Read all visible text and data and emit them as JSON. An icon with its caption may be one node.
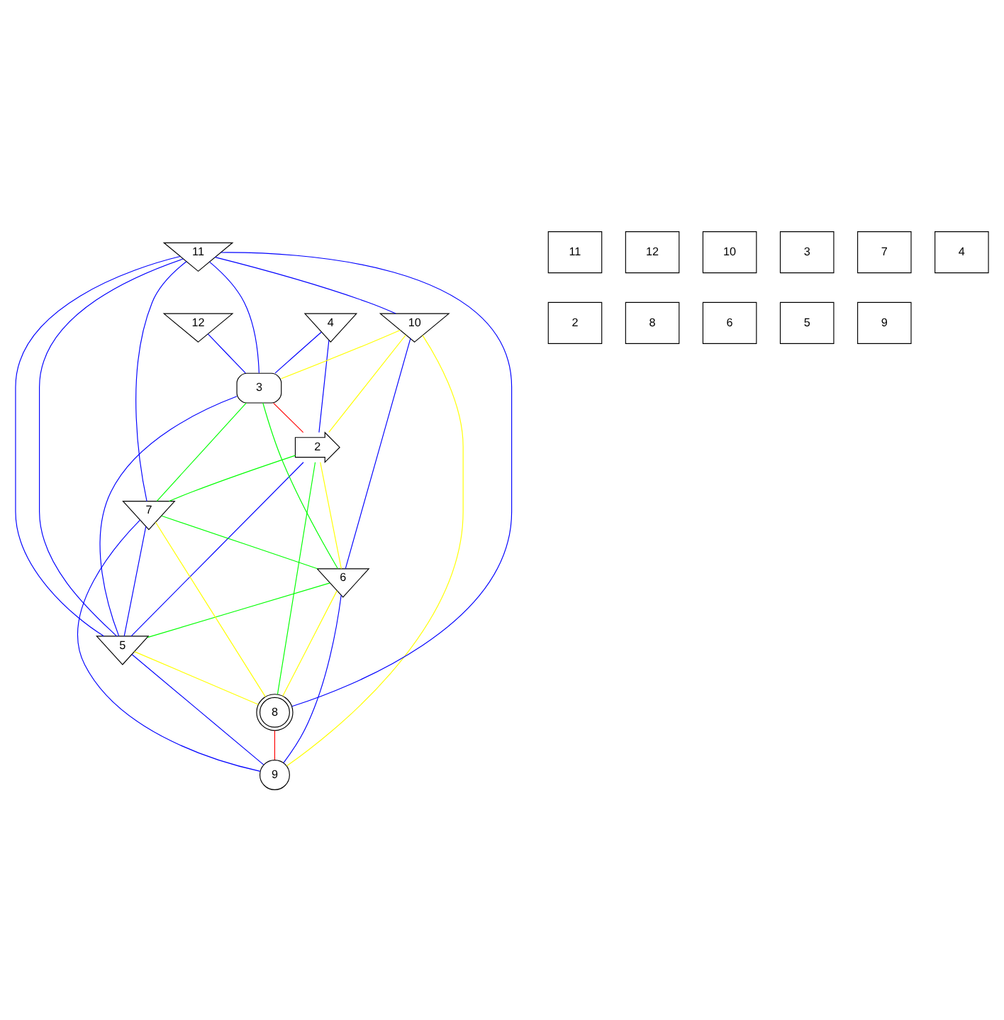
{
  "diagram": {
    "nodes": [
      {
        "text": [
          "2"
        ]
      },
      {
        "text": [
          "3"
        ]
      },
      {
        "text": [
          "4"
        ]
      },
      {
        "text": [
          "5"
        ]
      },
      {
        "text": [
          "6"
        ]
      },
      {
        "text": [
          "7"
        ]
      },
      {
        "text": [
          "8"
        ]
      },
      {
        "text": [
          "9"
        ]
      },
      {
        "text": [
          "10"
        ]
      },
      {
        "text": [
          "11"
        ]
      },
      {
        "text": [
          "12"
        ]
      },
      {
        "text": [
          "11"
        ]
      },
      {
        "text": [
          "12"
        ]
      },
      {
        "text": [
          "10"
        ]
      },
      {
        "text": [
          "3"
        ]
      },
      {
        "text": [
          "7"
        ]
      },
      {
        "text": [
          "4"
        ]
      },
      {
        "text": [
          "2"
        ]
      },
      {
        "text": [
          "8"
        ]
      },
      {
        "text": [
          "6"
        ]
      },
      {
        "text": [
          "5"
        ]
      },
      {
        "text": [
          "9"
        ]
      }
    ],
    "edges": [
      {
        "from": 9,
        "to": 8,
        "arrow": "none"
      },
      {
        "from": 9,
        "to": 1,
        "arrow": "none"
      },
      {
        "from": 10,
        "to": 1,
        "arrow": "none"
      },
      {
        "from": 9,
        "to": 5,
        "arrow": "none"
      },
      {
        "from": 9,
        "to": 6,
        "arrow": "none"
      },
      {
        "from": 9,
        "to": 3,
        "arrow": "none"
      },
      {
        "from": 9,
        "to": 3,
        "arrow": "none"
      },
      {
        "from": 8,
        "to": 4,
        "arrow": "none"
      },
      {
        "from": 2,
        "to": 1,
        "arrow": "none"
      },
      {
        "from": 2,
        "to": 0,
        "arrow": "none"
      },
      {
        "from": 8,
        "to": 1,
        "arrow": "none",
        "color": "#ffff00"
      },
      {
        "from": 8,
        "to": 0,
        "arrow": "none",
        "color": "#ffff00"
      },
      {
        "from": 8,
        "to": 7,
        "arrow": "none",
        "color": "#ffff00"
      },
      {
        "from": 1,
        "to": 0,
        "arrow": "none",
        "color": "#ff0000"
      },
      {
        "from": 1,
        "to": 5,
        "arrow": "none",
        "color": "#00ff00"
      },
      {
        "from": 1,
        "to": 4,
        "arrow": "none",
        "color": "#00ff00"
      },
      {
        "from": 1,
        "to": 3,
        "arrow": "none"
      },
      {
        "from": 0,
        "to": 5,
        "arrow": "none",
        "color": "#00ff00"
      },
      {
        "from": 0,
        "to": 6,
        "arrow": "none",
        "color": "#00ff00"
      },
      {
        "from": 0,
        "to": 3,
        "arrow": "none"
      },
      {
        "from": 0,
        "to": 4,
        "arrow": "none",
        "color": "#ffff00"
      },
      {
        "from": 5,
        "to": 4,
        "arrow": "none",
        "color": "#00ff00"
      },
      {
        "from": 5,
        "to": 3,
        "arrow": "none"
      },
      {
        "from": 5,
        "to": 6,
        "arrow": "none",
        "color": "#ffff00"
      },
      {
        "from": 5,
        "to": 7,
        "arrow": "none"
      },
      {
        "from": 4,
        "to": 6,
        "arrow": "none",
        "color": "#ffff00"
      },
      {
        "from": 4,
        "to": 7,
        "arrow": "none"
      },
      {
        "from": 4,
        "to": 3,
        "arrow": "none",
        "color": "#00ff00"
      },
      {
        "from": 3,
        "to": 7,
        "arrow": "none"
      },
      {
        "from": 3,
        "to": 6,
        "arrow": "none",
        "color": "#ffff00"
      },
      {
        "from": 6,
        "to": 7,
        "arrow": "none",
        "color": "#ff0000"
      }
    ]
  }
}
